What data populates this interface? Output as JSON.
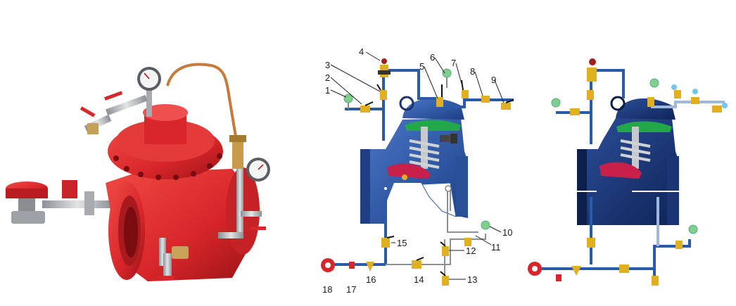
{
  "callouts": [
    "1",
    "2",
    "3",
    "4",
    "5",
    "6",
    "7",
    "8",
    "9",
    "10",
    "11",
    "12",
    "13",
    "14",
    "15",
    "16",
    "17",
    "18"
  ],
  "colors": {
    "valve_red": "#d8262a",
    "body_blue": "#2f5aa8",
    "pipe_blue": "#2a5ba8",
    "pipe_light": "#9fb8dc",
    "brass": "#e0b020",
    "gauge_green": "#7fcf8a",
    "diaphragm_green": "#22a84a",
    "diaphragm_red": "#c8204a",
    "steel": "#b9bcc0"
  },
  "icons": [
    "pressure-gauge-icon",
    "ball-valve-icon",
    "needle-valve-icon",
    "strainer-icon",
    "pilot-valve-icon"
  ]
}
